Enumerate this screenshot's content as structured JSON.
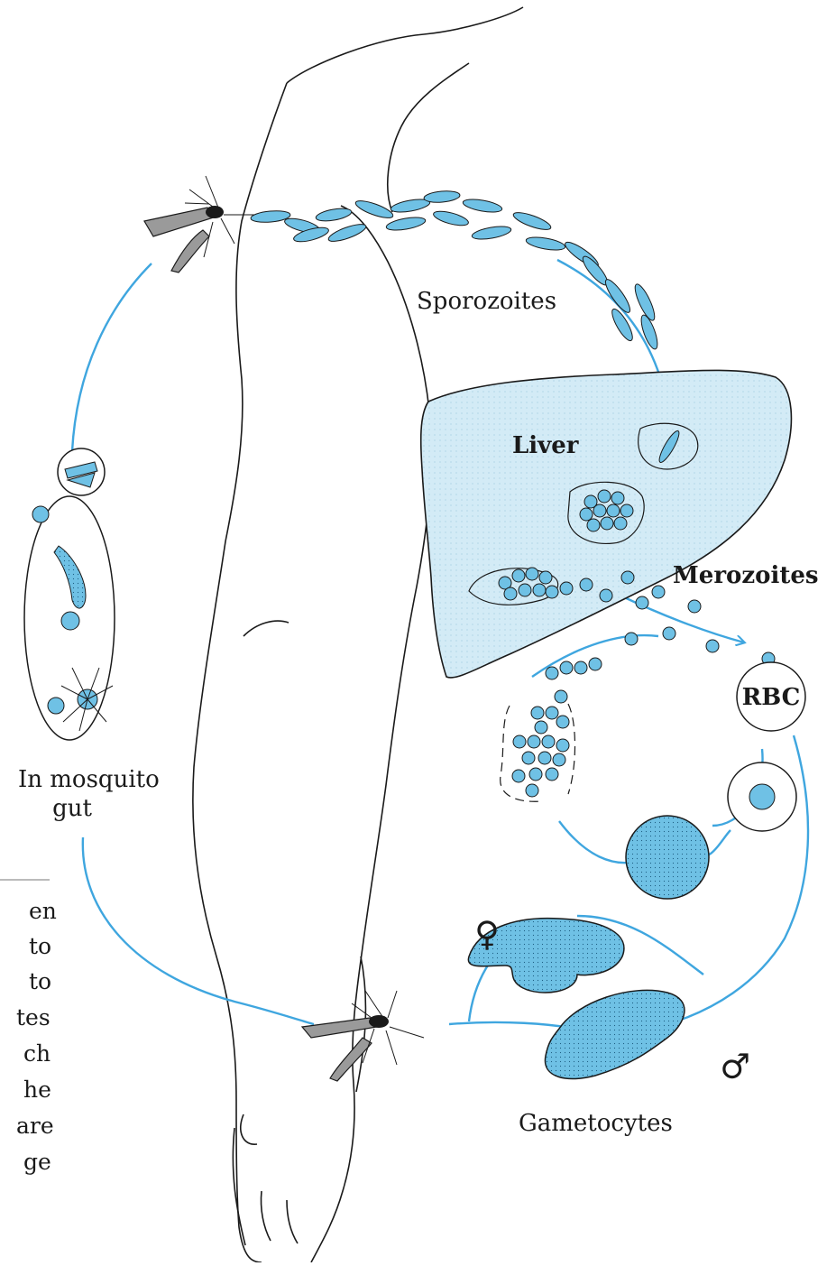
{
  "labels": {
    "sporozoites": "Sporozoites",
    "liver": "Liver",
    "merozoites": "Merozoites",
    "rbc": "RBC",
    "mosquito_gut_line1": "In mosquito",
    "mosquito_gut_line2": "gut",
    "gametocytes": "Gametocytes",
    "female_symbol": "♀",
    "male_symbol": "♂"
  },
  "caption_fragments": [
    "en",
    "to",
    "to",
    "tes",
    "ch",
    "he",
    "are",
    "ge"
  ],
  "colors": {
    "cycle_line": "#3fa6df",
    "parasite_fill": "#6fc1e5",
    "liver_fill": "#d3ebf6",
    "outline": "#1a1a1a"
  },
  "icons": [
    "mosquito-icon",
    "female-symbol",
    "male-symbol"
  ]
}
